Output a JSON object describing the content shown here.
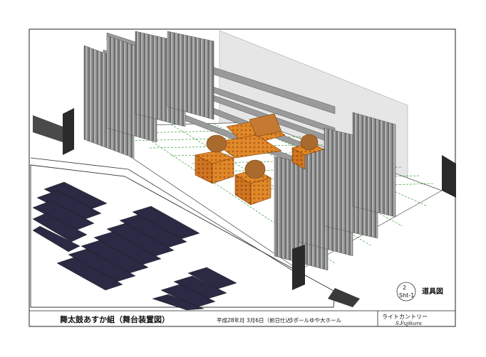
{
  "title_block": {
    "title": "舞太鼓あすか組（舞台装置図）",
    "date": "平成28年月 3月6日（前日仕込）",
    "venue": "ラポールゆや大ホール",
    "company": "ライトカントリー",
    "designer": "S.Fujikura",
    "sheet_number": "2",
    "sheet_id": "Sht-1",
    "sheet_name": "道具図"
  },
  "colors": {
    "curtain": "#8f8f8f",
    "curtain_light": "#b4b4b4",
    "curtain_dark": "#6e6e6e",
    "screen": "#e6e6e6",
    "prop_orange": "#e28a2a",
    "prop_dark": "#b8641a",
    "grid_line": "#3aa23a",
    "seat": "#2a2a44"
  }
}
